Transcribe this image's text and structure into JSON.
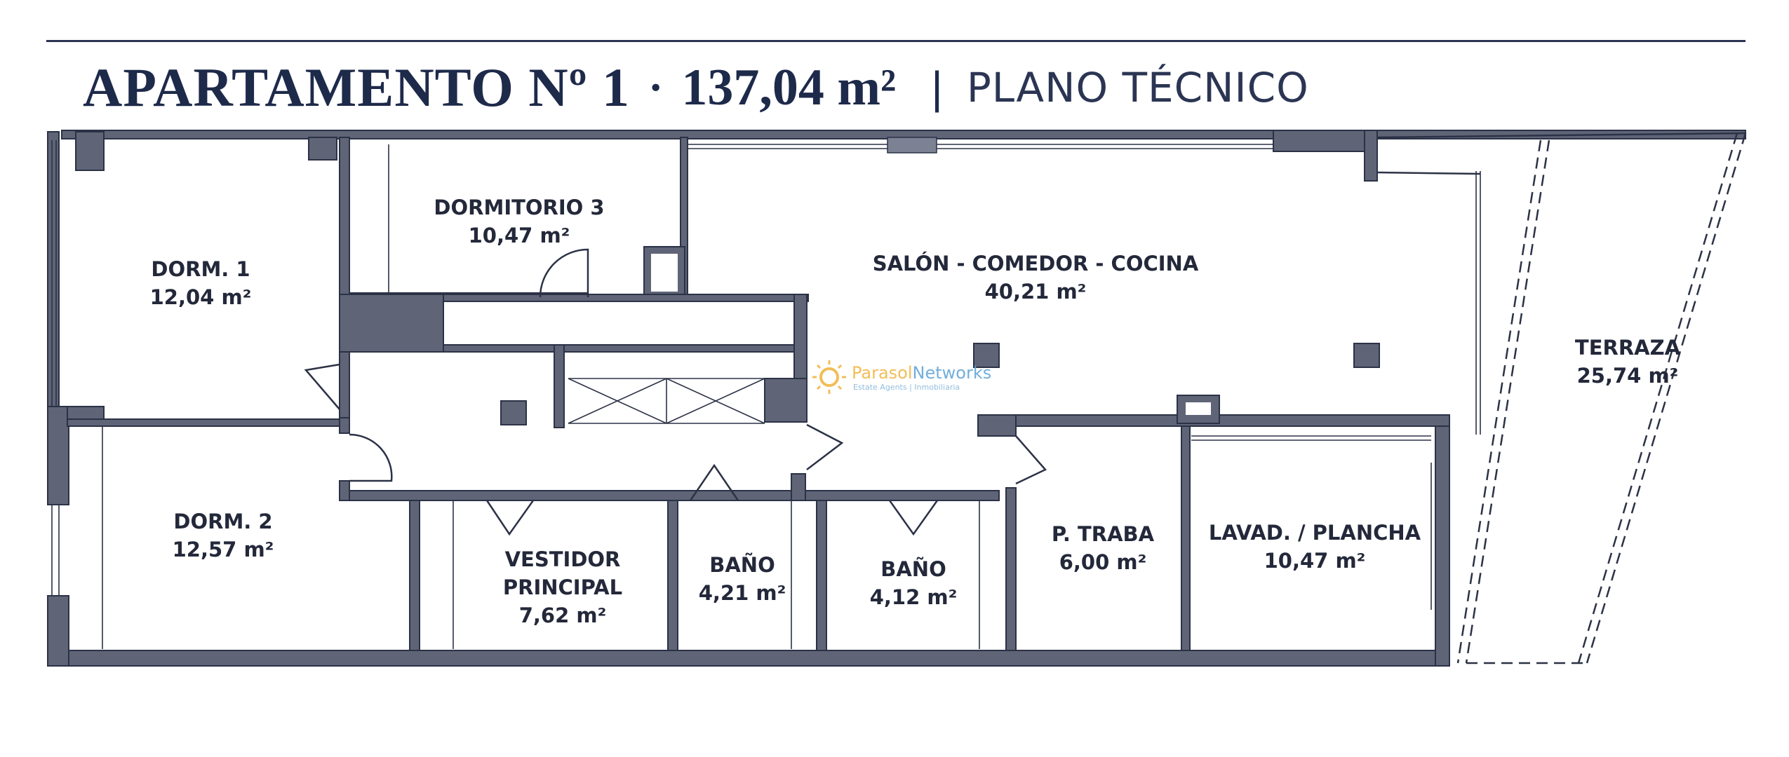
{
  "header": {
    "title": "APARTAMENTO Nº 1",
    "separator_dot": "·",
    "area": "137,04 m²",
    "divider": "|",
    "subtitle": "PLANO TÉCNICO"
  },
  "rooms": [
    {
      "name": "DORM. 1",
      "area": "12,04 m²"
    },
    {
      "name": "DORMITORIO 3",
      "area": "10,47 m²"
    },
    {
      "name": "SALÓN - COMEDOR - COCINA",
      "area": "40,21 m²"
    },
    {
      "name": "TERRAZA",
      "area": "25,74 m²"
    },
    {
      "name": "DORM. 2",
      "area": "12,57 m²"
    },
    {
      "name_line1": "VESTIDOR",
      "name_line2": "PRINCIPAL",
      "area": "7,62 m²"
    },
    {
      "name": "BAÑO",
      "area": "4,21 m²"
    },
    {
      "name": "BAÑO",
      "area": "4,12 m²"
    },
    {
      "name": "P. TRABA",
      "area": "6,00 m²"
    },
    {
      "name": "LAVAD. / PLANCHA",
      "area": "10,47 m²"
    }
  ],
  "watermark": {
    "brand_part1": "Parasol",
    "brand_part2": "Networks",
    "tagline": "Estate Agents | Inmobiliaria",
    "color_part1": "#f0b23a",
    "color_part2": "#5aa0d4"
  },
  "colors": {
    "ink": "#1e2a4a",
    "wall_fill": "#5f6577"
  }
}
